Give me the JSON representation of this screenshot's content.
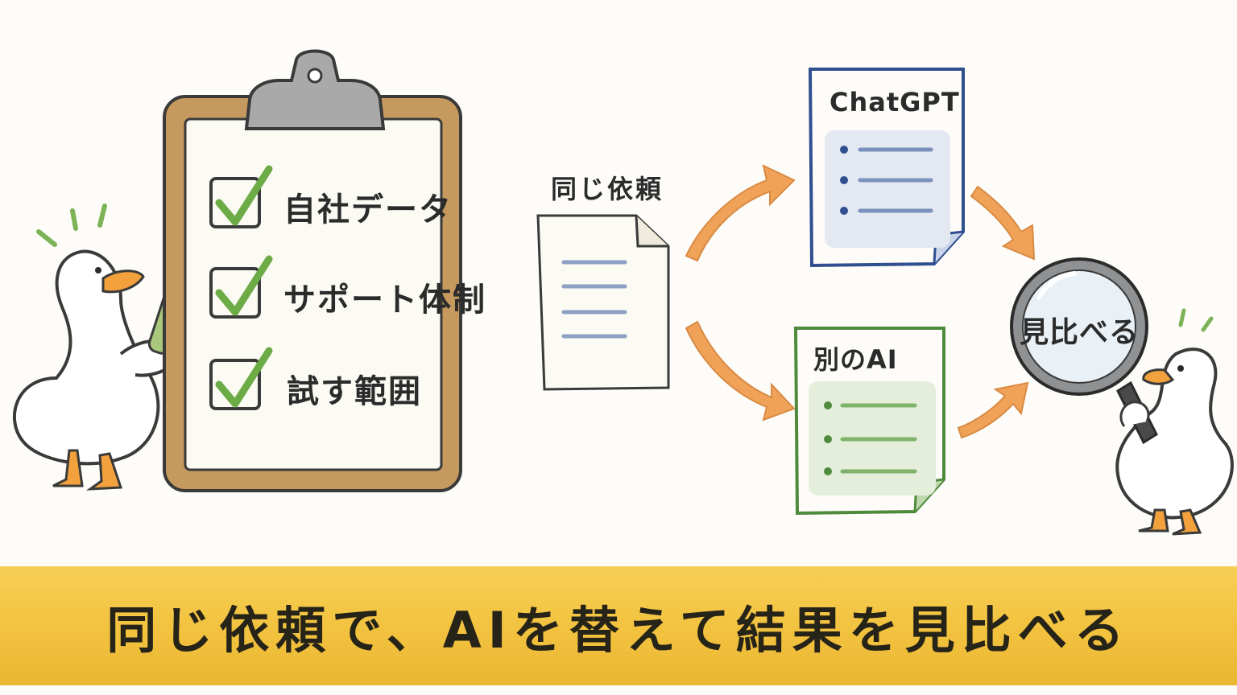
{
  "checklist": {
    "items": [
      "自社データ",
      "サポート体制",
      "試す範囲"
    ]
  },
  "request": {
    "label": "同じ依頼"
  },
  "results": [
    {
      "title": "ChatGPT",
      "accent": "#2f4f8f",
      "fill": "#e3e8f1",
      "line": "#7a91bd"
    },
    {
      "title": "別のAI",
      "accent": "#4f8a3d",
      "fill": "#e4eedb",
      "line": "#7fb36a"
    }
  ],
  "compare": {
    "label": "見比べる"
  },
  "banner": {
    "text": "同じ依頼で、AIを替えて結果を見比べる"
  },
  "colors": {
    "arrow": "#f0a259",
    "check": "#6cab45",
    "clipboard": "#c69a5e",
    "banner": "#f2c23e"
  }
}
